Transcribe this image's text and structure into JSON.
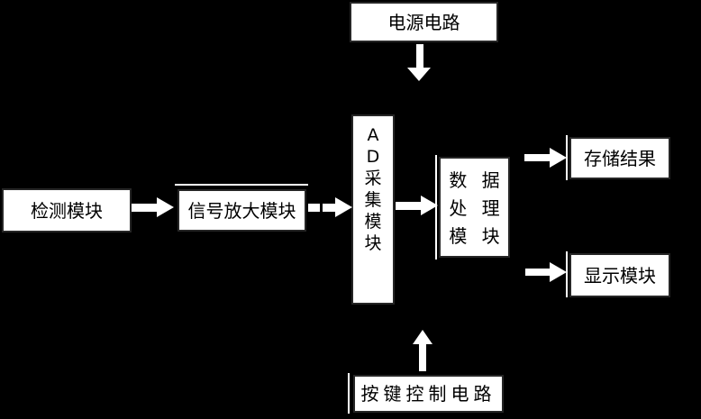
{
  "diagram": {
    "title_implied": "硬件系统框图",
    "colors": {
      "background": "#000000",
      "box_fill": "#ffffff",
      "box_border": "#262626",
      "text": "#000000",
      "arrow": "#ffffff"
    },
    "nodes": {
      "power": {
        "label": "电源电路"
      },
      "detect": {
        "label": "检测模块"
      },
      "amplify": {
        "label": "信号放大模块"
      },
      "ad": {
        "label": "A\nD\n采\n集\n模\n块"
      },
      "data_processing": {
        "lines": [
          "数 据",
          "处 理",
          "模 块"
        ]
      },
      "store": {
        "label": "存储结果"
      },
      "display": {
        "label": "显示模块"
      },
      "keys": {
        "label": "按键控制电路"
      }
    },
    "edges": [
      {
        "from": "power",
        "to": "ad",
        "direction": "down"
      },
      {
        "from": "detect",
        "to": "amplify",
        "direction": "right"
      },
      {
        "from": "amplify",
        "to": "ad",
        "direction": "right"
      },
      {
        "from": "ad",
        "to": "data_processing",
        "direction": "right"
      },
      {
        "from": "data_processing",
        "to": "store",
        "direction": "right"
      },
      {
        "from": "data_processing",
        "to": "display",
        "direction": "right"
      },
      {
        "from": "keys",
        "to": "ad",
        "direction": "up"
      }
    ]
  }
}
